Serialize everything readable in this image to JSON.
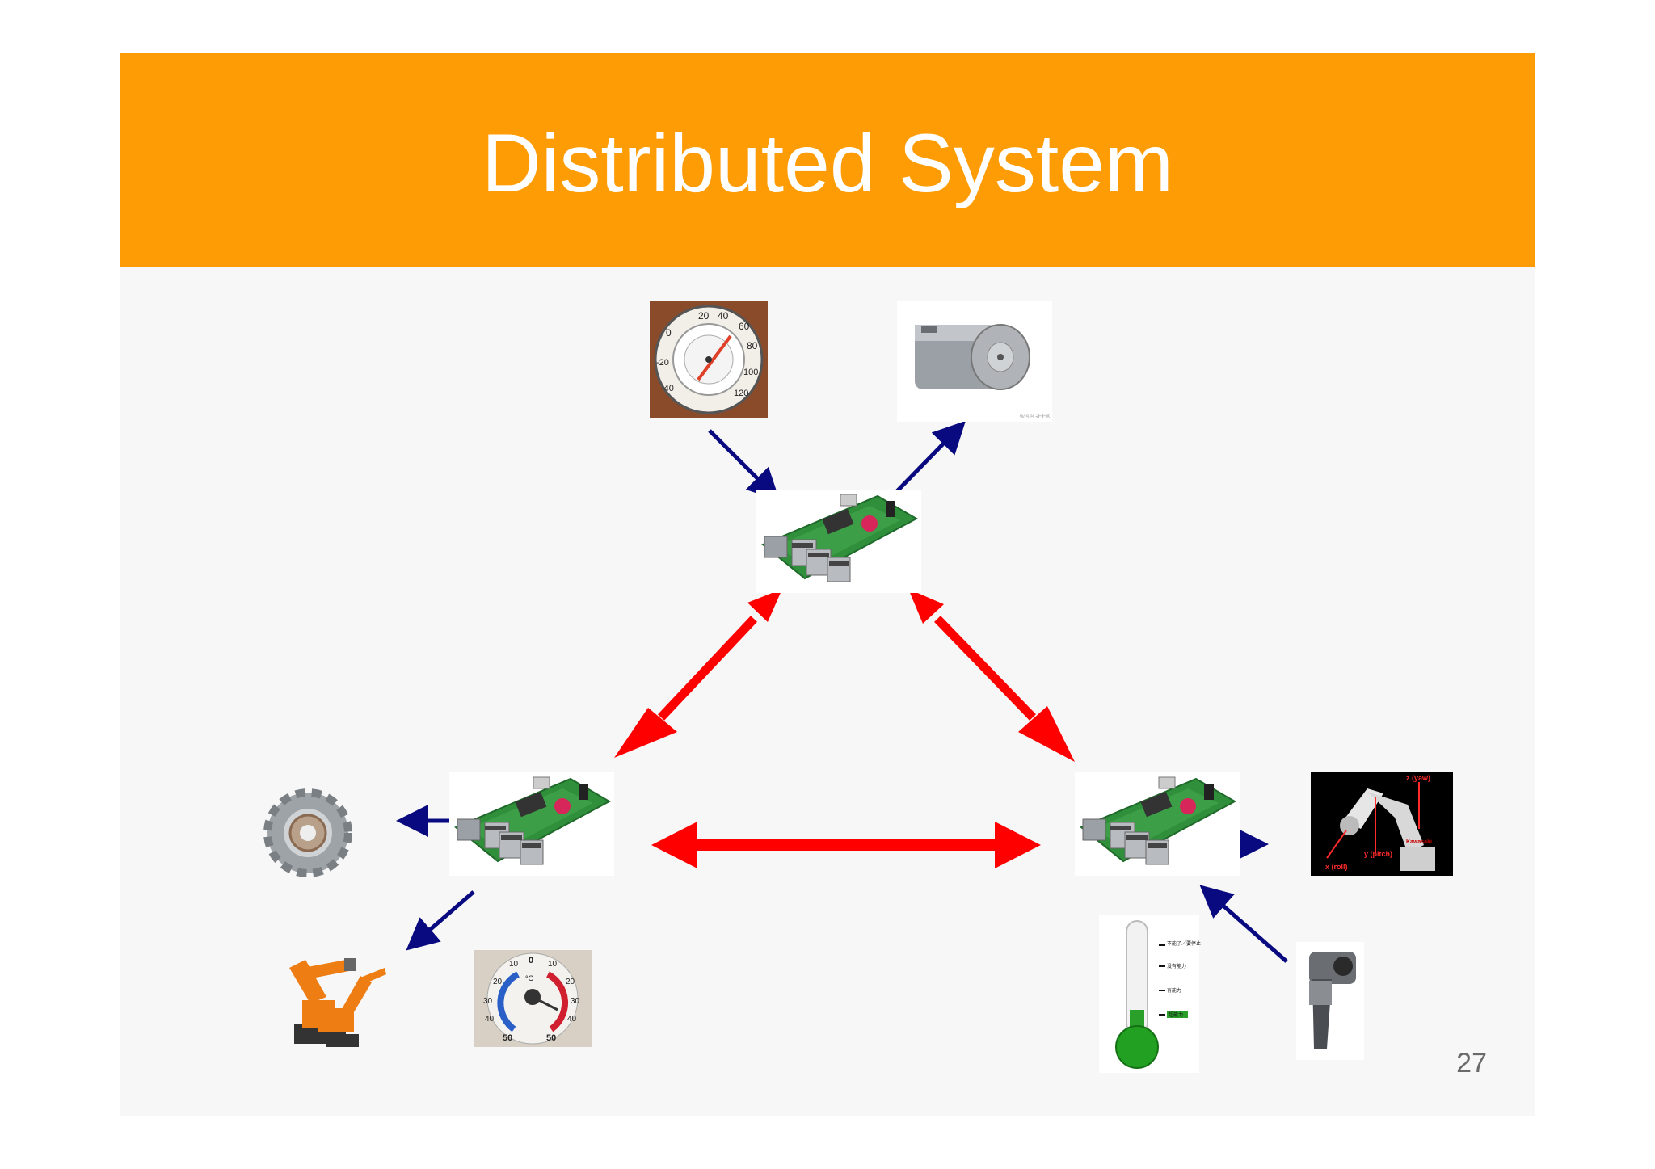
{
  "slide": {
    "title": "Distributed System",
    "page_number": "27"
  },
  "colors": {
    "title_bar": "#fd9c05",
    "network_arrow": "#ff0000",
    "io_arrow": "#0a0a80"
  },
  "nodes": [
    {
      "name": "node-top",
      "icon": "raspberry-pi-board-icon"
    },
    {
      "name": "node-left",
      "icon": "raspberry-pi-board-icon"
    },
    {
      "name": "node-right",
      "icon": "raspberry-pi-board-icon"
    }
  ],
  "devices": {
    "thermometer_dial_fahrenheit": {
      "icon": "dial-thermometer-icon",
      "ticks": [
        "20",
        "40",
        "60",
        "80",
        "100",
        "120",
        "0",
        "-20",
        "-40"
      ]
    },
    "dc_motor": {
      "icon": "dc-motor-icon",
      "watermark": "wiseGEEK"
    },
    "stepper_gear": {
      "icon": "gear-motor-icon"
    },
    "industrial_robot": {
      "icon": "industrial-robot-icon"
    },
    "thermometer_dial_celsius": {
      "icon": "celsius-dial-icon",
      "ticks_left": [
        "10",
        "20",
        "30",
        "40",
        "50"
      ],
      "ticks_right": [
        "10",
        "20",
        "30",
        "40",
        "50"
      ],
      "top": "0",
      "unit": "°C"
    },
    "robot_arm": {
      "icon": "robot-arm-icon",
      "labels": [
        "z (yaw)",
        "y (pitch)",
        "x (roll)",
        "Kawasaki"
      ]
    },
    "liquid_thermometer": {
      "icon": "liquid-thermometer-icon",
      "labels": [
        "不能了／要停止",
        "没有能力",
        "有能力",
        "超能力"
      ]
    },
    "ir_thermometer": {
      "icon": "infrared-thermometer-icon"
    }
  }
}
